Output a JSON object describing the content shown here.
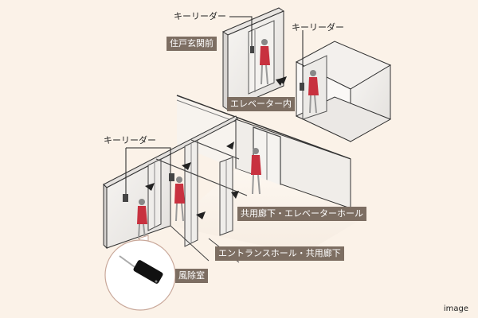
{
  "diagram": {
    "type": "isometric building access illustration",
    "callouts": {
      "key_reader_top": "キーリーダー",
      "key_reader_elevator": "キーリーダー",
      "key_reader_entrance": "キーリーダー"
    },
    "labels": {
      "residence_entrance": "住戸玄関前",
      "elevator_inside": "エレベーター内",
      "corridor_elevator_hall": "共用廊下・エレベーターホール",
      "entrance_hall_corridor": "エントランスホール・共用廊下",
      "windbreak_room": "風除室"
    },
    "footer": "image",
    "colors": {
      "background": "#fbf2e8",
      "label_bg": "#7d6e62",
      "label_text": "#ffffff",
      "figure_red": "#c8313f",
      "line": "#333333",
      "wall": "#f2efec"
    }
  }
}
